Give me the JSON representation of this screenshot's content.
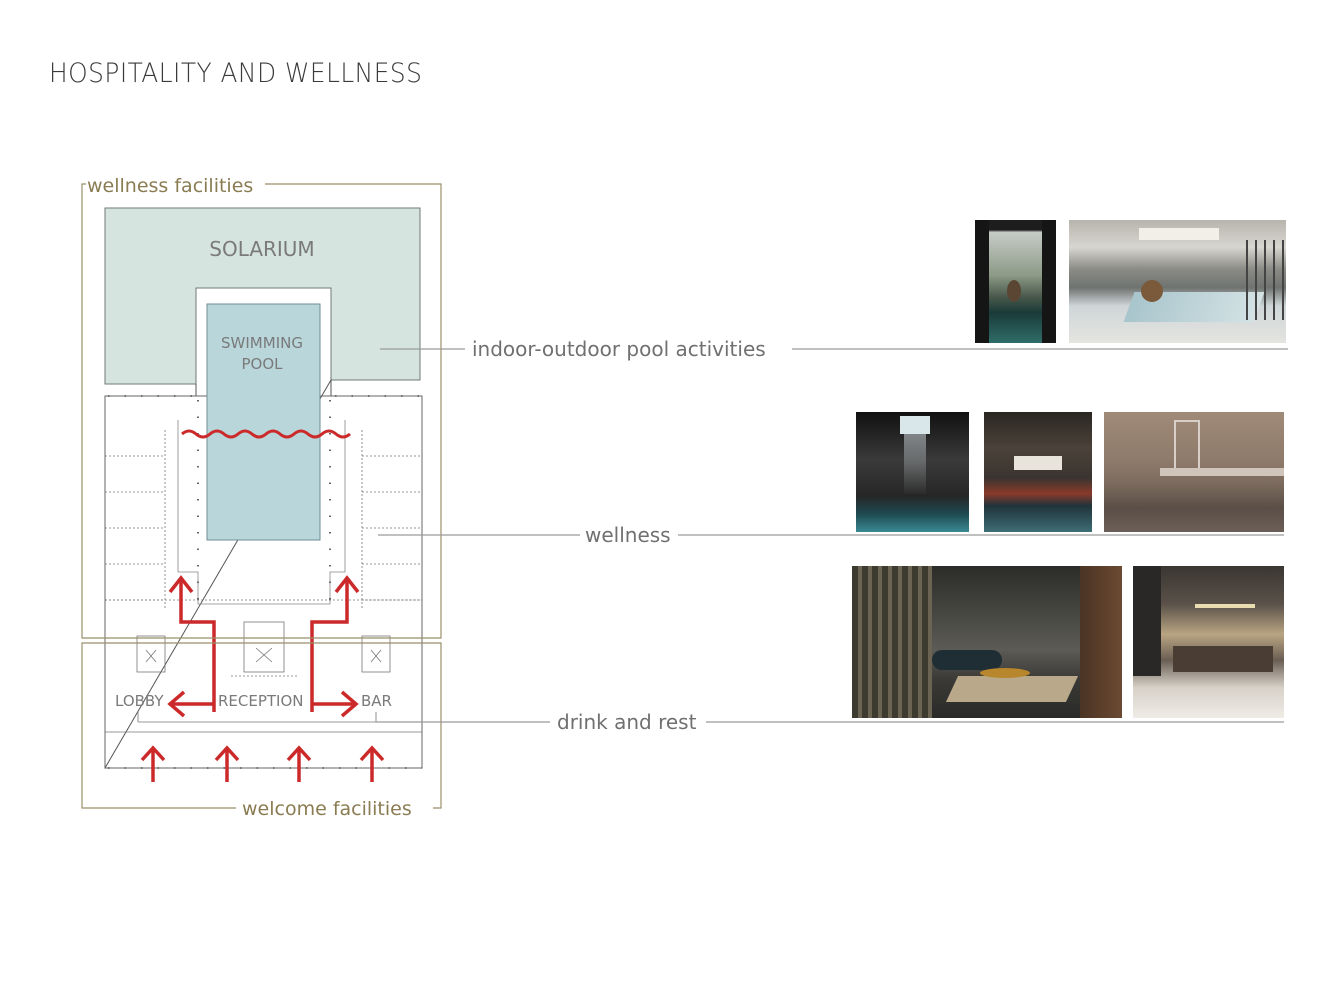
{
  "title": "HOSPITALITY AND WELLNESS",
  "groups": {
    "wellness_facilities": "wellness facilities",
    "welcome_facilities": "welcome facilities"
  },
  "rooms": {
    "solarium": "SOLARIUM",
    "pool_line1": "SWIMMING",
    "pool_line2": "POOL",
    "lobby": "LOBBY",
    "reception": "RECEPTION",
    "bar": "BAR"
  },
  "callouts": {
    "pool": "indoor-outdoor pool activities",
    "wellness": "wellness",
    "drink": "drink and rest"
  },
  "colors": {
    "solarium": "#d6e4df",
    "pool": "#b9d6db",
    "arrow": "#cc2a2a",
    "frame": "#9b8f6a"
  },
  "photos": [
    {
      "name": "pool-photo-vertical",
      "caption": "indoor-outdoor pool activities"
    },
    {
      "name": "pool-photo-hall",
      "caption": "indoor-outdoor pool activities"
    },
    {
      "name": "wellness-photo-skylight",
      "caption": "wellness"
    },
    {
      "name": "wellness-photo-loungers",
      "caption": "wellness"
    },
    {
      "name": "wellness-photo-bath",
      "caption": "wellness"
    },
    {
      "name": "lounge-photo",
      "caption": "drink and rest"
    },
    {
      "name": "reception-photo",
      "caption": "drink and rest"
    }
  ]
}
